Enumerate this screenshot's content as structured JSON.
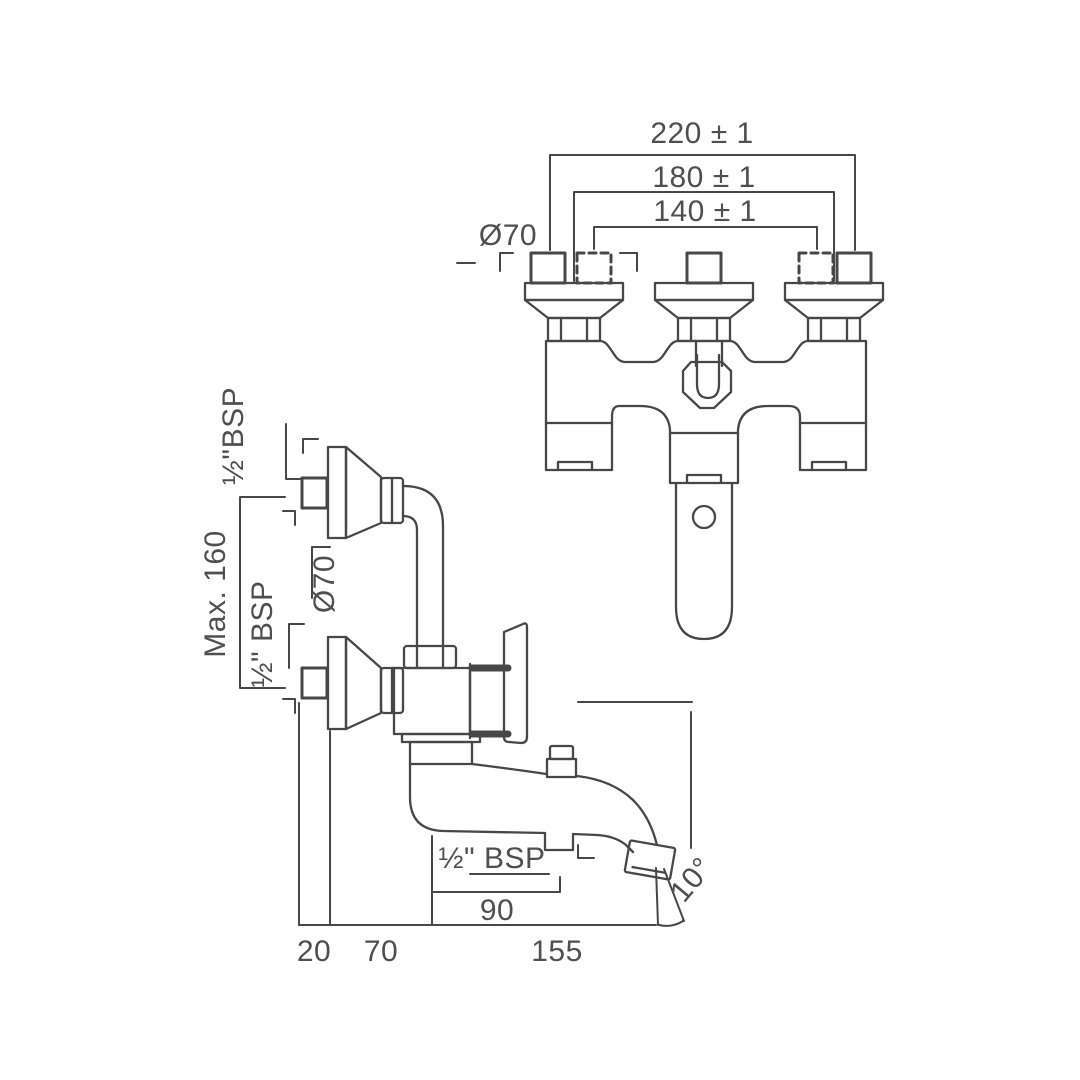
{
  "colors": {
    "background": "#ffffff",
    "line": "#474747",
    "text": "#4f4f4f"
  },
  "front_view": {
    "dim_outer": "220 ± 1",
    "dim_middle": "180 ± 1",
    "dim_inner": "140 ± 1",
    "escutcheon_diameter": "Ø70"
  },
  "side_view": {
    "top_inlet_thread": "½\"BSP",
    "inlet_spacing": "Max. 160",
    "bottom_inlet_thread": "½\" BSP",
    "escutcheon_diameter": "Ø70",
    "shower_outlet_thread": "½\" BSP",
    "spout_projection": "90",
    "wall_clearance": "20",
    "escutcheon_depth": "70",
    "total_projection": "155",
    "spout_angle": "10°"
  }
}
